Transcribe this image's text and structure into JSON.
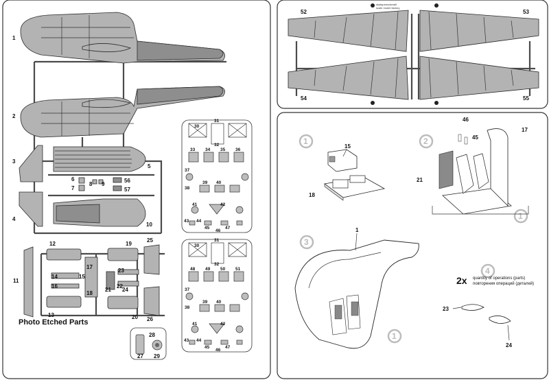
{
  "panels": {
    "left": {
      "pe_title": "Photo Etched Parts",
      "part_labels": [
        "1",
        "2",
        "3",
        "4",
        "5",
        "6",
        "7",
        "8",
        "9",
        "10",
        "11",
        "12",
        "13",
        "14",
        "15",
        "16",
        "17",
        "18",
        "19",
        "20",
        "21",
        "22",
        "23",
        "24",
        "25",
        "26",
        "27",
        "28",
        "29",
        "56",
        "57"
      ],
      "fret_a_labels": [
        "30",
        "31",
        "32",
        "33",
        "34",
        "35",
        "36",
        "37",
        "38",
        "39",
        "40",
        "41",
        "42",
        "43",
        "44",
        "45",
        "46",
        "47"
      ],
      "fret_b_labels": [
        "30",
        "31",
        "32",
        "48",
        "49",
        "50",
        "51",
        "37",
        "38",
        "39",
        "40",
        "41",
        "42",
        "43",
        "44",
        "45",
        "46",
        "47"
      ]
    },
    "top_right": {
      "part_labels": [
        "52",
        "53",
        "54",
        "55"
      ],
      "stamp_lines": [
        "skalaperiodsmall",
        "scale model factory"
      ]
    },
    "bottom_right": {
      "steps": [
        "1",
        "2",
        "3",
        "4",
        "1",
        "1"
      ],
      "step1_labels": [
        "15",
        "18"
      ],
      "step2_labels": [
        "46",
        "45",
        "17",
        "21"
      ],
      "step3_labels": [
        "1"
      ],
      "qty_multiplier": "2x",
      "qty_text_en": "quantity of operations (parts)",
      "qty_text_ru": "повторения операций (деталей)",
      "step4_labels": [
        "23",
        "24"
      ]
    }
  },
  "colors": {
    "part_fill": "#b3b3b3",
    "part_dark": "#8e8e8e",
    "outline": "#2a2a2a",
    "step_circle": "#bcbcbc",
    "panel_border": "#333333"
  }
}
